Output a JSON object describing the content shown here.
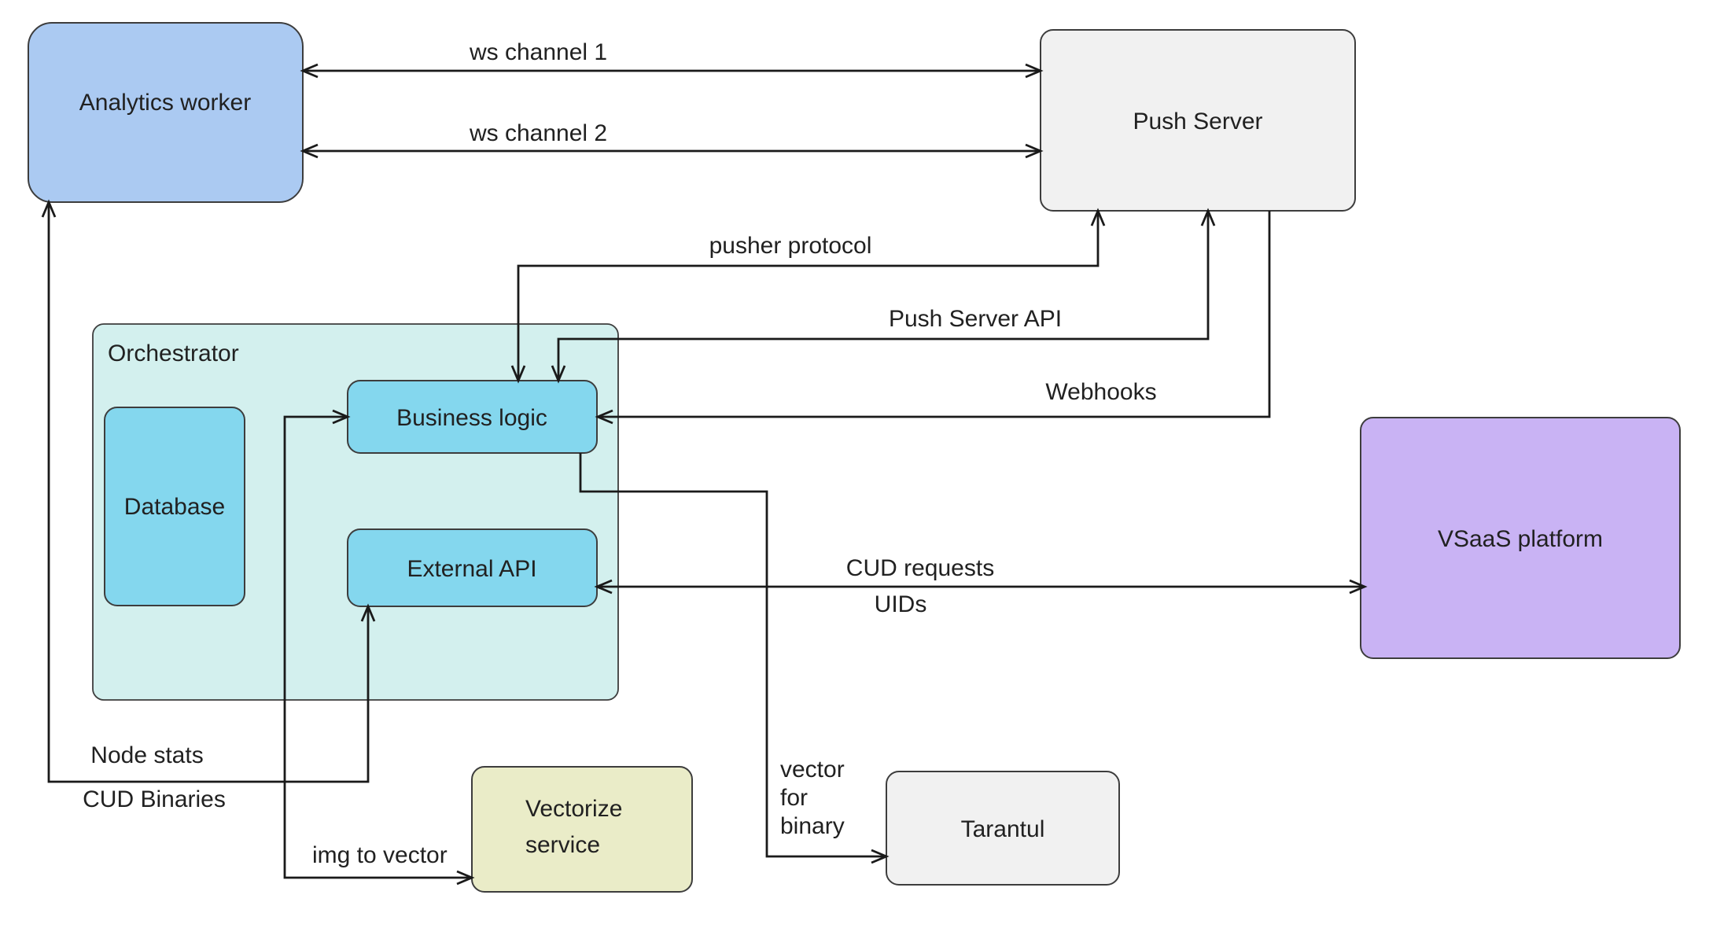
{
  "diagram": {
    "colors": {
      "background": "#ffffff",
      "line": "#1a1a1a",
      "node_border": "#3d3d3d",
      "text": "#212121",
      "analytics_fill": "#abcaf2",
      "gray_fill": "#f1f1f1",
      "container_fill": "#d3f0ee",
      "cyan_fill": "#84d7ee",
      "purple_fill": "#c9b3f4",
      "yellow_fill": "#eaecc8"
    },
    "nodes": {
      "analytics_worker": {
        "label": "Analytics worker"
      },
      "push_server": {
        "label": "Push Server"
      },
      "orchestrator": {
        "label": "Orchestrator"
      },
      "database": {
        "label": "Database"
      },
      "business_logic": {
        "label": "Business logic"
      },
      "external_api": {
        "label": "External API"
      },
      "vsaas_platform": {
        "label": "VSaaS platform"
      },
      "vectorize_service": {
        "label_lines": [
          "Vectorize",
          "service"
        ]
      },
      "tarantul": {
        "label": "Tarantul"
      }
    },
    "edges": {
      "ws_channel_1": {
        "label": "ws channel 1"
      },
      "ws_channel_2": {
        "label": "ws channel 2"
      },
      "pusher_protocol": {
        "label": "pusher protocol"
      },
      "push_server_api": {
        "label": "Push Server API"
      },
      "webhooks": {
        "label": "Webhooks"
      },
      "cud_requests_uids": {
        "label_top": "CUD requests",
        "label_bottom": "UIDs"
      },
      "node_stats_cud_binaries": {
        "label_top": "Node stats",
        "label_bottom": "CUD Binaries"
      },
      "img_to_vector": {
        "label": "img to vector"
      },
      "vector_for_binary": {
        "label_lines": [
          "vector",
          "for",
          "binary"
        ]
      }
    }
  }
}
